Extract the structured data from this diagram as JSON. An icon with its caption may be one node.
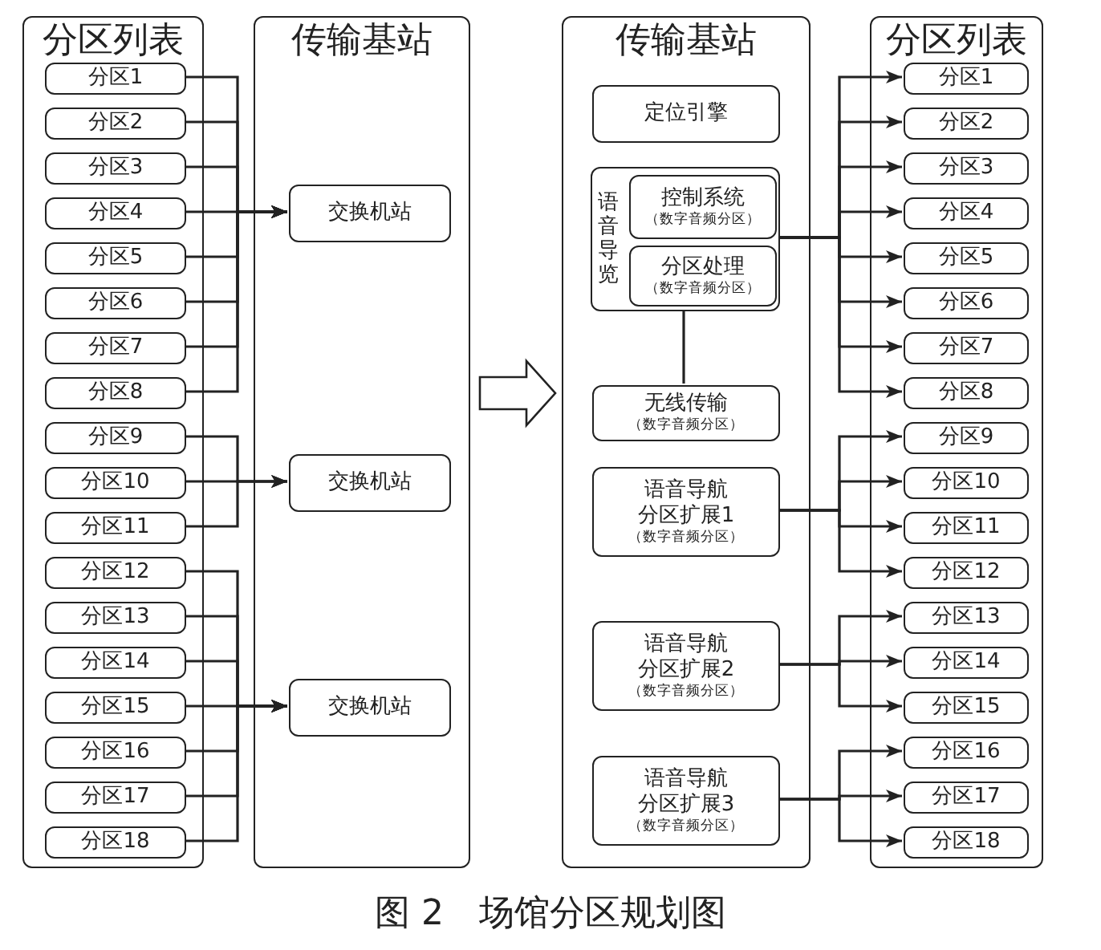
{
  "diagram": {
    "caption": "图 2　场馆分区规划图",
    "nodes": [
      {
        "text": [
          "分区列表"
        ]
      },
      {
        "text": [
          "分区1"
        ],
        "in": 0
      },
      {
        "text": [
          "分区2"
        ],
        "in": 0
      },
      {
        "text": [
          "分区3"
        ],
        "in": 0
      },
      {
        "text": [
          "分区4"
        ],
        "in": 0
      },
      {
        "text": [
          "分区5"
        ],
        "in": 0
      },
      {
        "text": [
          "分区6"
        ],
        "in": 0
      },
      {
        "text": [
          "分区7"
        ],
        "in": 0
      },
      {
        "text": [
          "分区8"
        ],
        "in": 0
      },
      {
        "text": [
          "分区9"
        ],
        "in": 0
      },
      {
        "text": [
          "分区10"
        ],
        "in": 0
      },
      {
        "text": [
          "分区11"
        ],
        "in": 0
      },
      {
        "text": [
          "分区12"
        ],
        "in": 0
      },
      {
        "text": [
          "分区13"
        ],
        "in": 0
      },
      {
        "text": [
          "分区14"
        ],
        "in": 0
      },
      {
        "text": [
          "分区15"
        ],
        "in": 0
      },
      {
        "text": [
          "分区16"
        ],
        "in": 0
      },
      {
        "text": [
          "分区17"
        ],
        "in": 0
      },
      {
        "text": [
          "分区18"
        ],
        "in": 0
      },
      {
        "text": [
          "传输基站"
        ]
      },
      {
        "text": [
          "交换机站"
        ],
        "in": 19
      },
      {
        "text": [
          "交换机站"
        ],
        "in": 19
      },
      {
        "text": [
          "交换机站"
        ],
        "in": 19
      },
      {
        "text": [
          "传输基站"
        ]
      },
      {
        "text": [
          "定位引擎"
        ],
        "in": 23
      },
      {
        "text": [
          "语音导览"
        ],
        "in": 23
      },
      {
        "text": [
          "控制系统",
          "（数字音频分区）"
        ],
        "in": 25
      },
      {
        "text": [
          "分区处理",
          "（数字音频分区）"
        ],
        "in": 25
      },
      {
        "text": [
          "无线传输",
          "（数字音频分区）"
        ],
        "in": 23
      },
      {
        "text": [
          "语音导航分区扩展1",
          "（数字音频分区）"
        ],
        "in": 23
      },
      {
        "text": [
          "语音导航分区扩展2",
          "（数字音频分区）"
        ],
        "in": 23
      },
      {
        "text": [
          "语音导航分区扩展3",
          "（数字音频分区）"
        ],
        "in": 23
      },
      {
        "text": [
          "分区列表"
        ]
      },
      {
        "text": [
          "分区1"
        ],
        "in": 32
      },
      {
        "text": [
          "分区2"
        ],
        "in": 32
      },
      {
        "text": [
          "分区3"
        ],
        "in": 32
      },
      {
        "text": [
          "分区4"
        ],
        "in": 32
      },
      {
        "text": [
          "分区5"
        ],
        "in": 32
      },
      {
        "text": [
          "分区6"
        ],
        "in": 32
      },
      {
        "text": [
          "分区7"
        ],
        "in": 32
      },
      {
        "text": [
          "分区8"
        ],
        "in": 32
      },
      {
        "text": [
          "分区9"
        ],
        "in": 32
      },
      {
        "text": [
          "分区10"
        ],
        "in": 32
      },
      {
        "text": [
          "分区11"
        ],
        "in": 32
      },
      {
        "text": [
          "分区12"
        ],
        "in": 32
      },
      {
        "text": [
          "分区13"
        ],
        "in": 32
      },
      {
        "text": [
          "分区14"
        ],
        "in": 32
      },
      {
        "text": [
          "分区15"
        ],
        "in": 32
      },
      {
        "text": [
          "分区16"
        ],
        "in": 32
      },
      {
        "text": [
          "分区17"
        ],
        "in": 32
      },
      {
        "text": [
          "分区18"
        ],
        "in": 32
      }
    ],
    "edges": [
      {
        "from": 1,
        "to": 20,
        "arrow": "to"
      },
      {
        "from": 2,
        "to": 20,
        "arrow": "to"
      },
      {
        "from": 3,
        "to": 20,
        "arrow": "to"
      },
      {
        "from": 4,
        "to": 20,
        "arrow": "to"
      },
      {
        "from": 5,
        "to": 20,
        "arrow": "to"
      },
      {
        "from": 6,
        "to": 20,
        "arrow": "to"
      },
      {
        "from": 7,
        "to": 20,
        "arrow": "to"
      },
      {
        "from": 8,
        "to": 20,
        "arrow": "to"
      },
      {
        "from": 9,
        "to": 21,
        "arrow": "to"
      },
      {
        "from": 10,
        "to": 21,
        "arrow": "to"
      },
      {
        "from": 11,
        "to": 21,
        "arrow": "to"
      },
      {
        "from": 12,
        "to": 22,
        "arrow": "to"
      },
      {
        "from": 13,
        "to": 22,
        "arrow": "to"
      },
      {
        "from": 14,
        "to": 22,
        "arrow": "to"
      },
      {
        "from": 15,
        "to": 22,
        "arrow": "to"
      },
      {
        "from": 16,
        "to": 22,
        "arrow": "to"
      },
      {
        "from": 17,
        "to": 22,
        "arrow": "to"
      },
      {
        "from": 18,
        "to": 22,
        "arrow": "to"
      },
      {
        "from": 19,
        "to": 23,
        "arrow": "to"
      },
      {
        "from": 25,
        "to": 28,
        "arrow": "none"
      },
      {
        "from": 25,
        "to": 33,
        "arrow": "to"
      },
      {
        "from": 25,
        "to": 34,
        "arrow": "to"
      },
      {
        "from": 25,
        "to": 35,
        "arrow": "to"
      },
      {
        "from": 25,
        "to": 36,
        "arrow": "to"
      },
      {
        "from": 25,
        "to": 37,
        "arrow": "to"
      },
      {
        "from": 25,
        "to": 38,
        "arrow": "to"
      },
      {
        "from": 25,
        "to": 39,
        "arrow": "to"
      },
      {
        "from": 25,
        "to": 40,
        "arrow": "to"
      },
      {
        "from": 29,
        "to": 41,
        "arrow": "to"
      },
      {
        "from": 29,
        "to": 42,
        "arrow": "to"
      },
      {
        "from": 29,
        "to": 43,
        "arrow": "to"
      },
      {
        "from": 29,
        "to": 44,
        "arrow": "to"
      },
      {
        "from": 30,
        "to": 45,
        "arrow": "to"
      },
      {
        "from": 30,
        "to": 46,
        "arrow": "to"
      },
      {
        "from": 30,
        "to": 47,
        "arrow": "to"
      },
      {
        "from": 31,
        "to": 48,
        "arrow": "to"
      },
      {
        "from": 31,
        "to": 49,
        "arrow": "to"
      },
      {
        "from": 31,
        "to": 50,
        "arrow": "to"
      }
    ]
  }
}
